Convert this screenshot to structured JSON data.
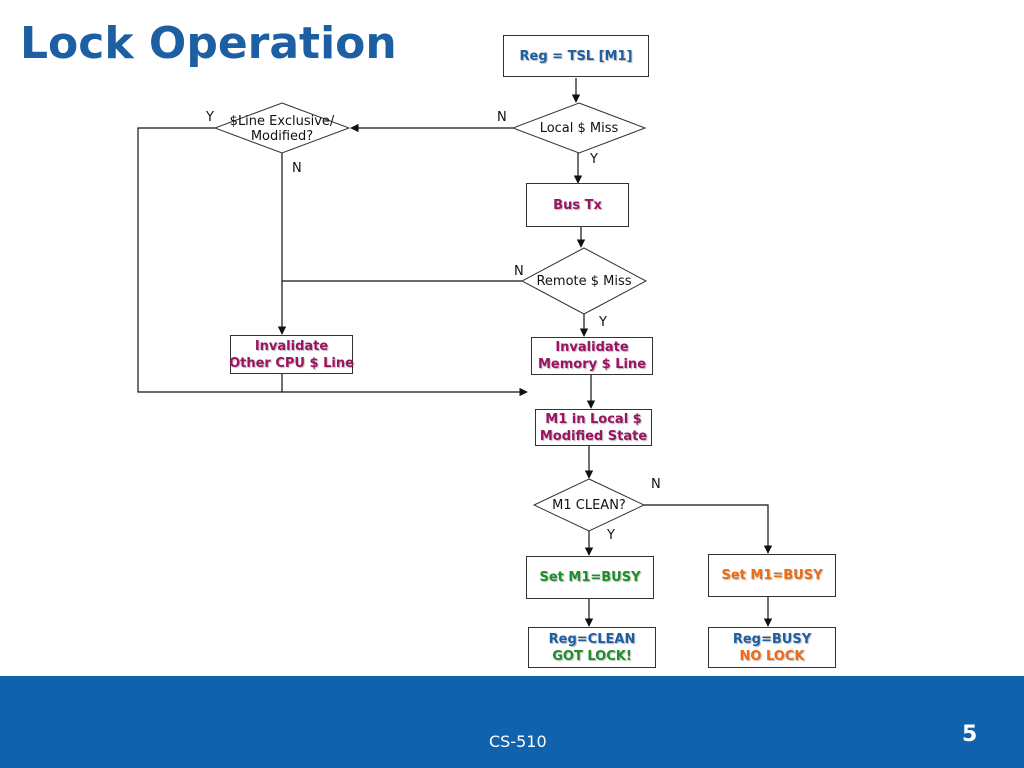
{
  "title": "Lock Operation",
  "nodes": {
    "reg_tsl": "Reg = TSL [M1]",
    "local_miss": "Local $ Miss",
    "line_excl_1": "$Line Exclusive/",
    "line_excl_2": "Modified?",
    "bus_tx": "Bus Tx",
    "remote_miss": "Remote $ Miss",
    "inv_other_1": "Invalidate",
    "inv_other_2": "Other CPU $ Line",
    "inv_mem_1": "Invalidate",
    "inv_mem_2": "Memory $ Line",
    "m1_local_1": "M1 in Local $",
    "m1_local_2": "Modified State",
    "m1_clean": "M1 CLEAN?",
    "set_busy_yes": "Set M1=BUSY",
    "set_busy_no": "Set M1=BUSY",
    "reg_clean_1": "Reg=CLEAN",
    "reg_clean_2": "GOT LOCK!",
    "reg_busy_1": "Reg=BUSY",
    "reg_busy_2": "NO LOCK"
  },
  "edge_labels": {
    "local_miss_no": "N",
    "local_miss_yes": "Y",
    "line_excl_yes": "Y",
    "line_excl_no": "N",
    "remote_miss_no": "N",
    "remote_miss_yes": "Y",
    "m1_clean_no": "N",
    "m1_clean_yes": "Y"
  },
  "colors": {
    "title": "#1d5fa3",
    "purple_text": "#9b1362",
    "blue_text": "#1d5fa3",
    "green_text": "#1e8f2b",
    "orange_text": "#ef6a10",
    "footer_bg": "#0f62ab"
  },
  "footer": {
    "course": "CS-510",
    "page": "5"
  }
}
